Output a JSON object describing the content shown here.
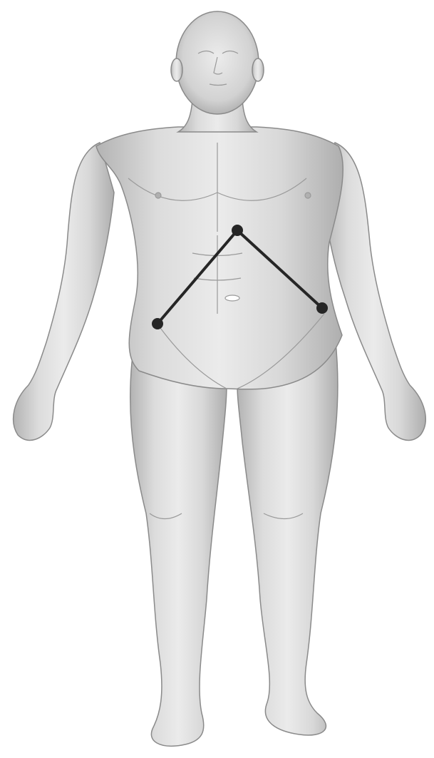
{
  "figure": {
    "subject": "male-body-anterior-view",
    "palette": {
      "background": "#ffffff",
      "skin_light": "#e2e2e2",
      "skin_mid": "#c9c9c9",
      "skin_dark": "#9a9a9a",
      "outline": "#8a8a8a",
      "marker": "#262626"
    },
    "landmarks": [
      {
        "id": "xiphoid-process",
        "connects_to": [
          "left-iliac-crest",
          "right-iliac-crest"
        ]
      },
      {
        "id": "right-iliac-crest",
        "connects_to": [
          "xiphoid-process"
        ]
      },
      {
        "id": "left-iliac-crest",
        "connects_to": [
          "xiphoid-process"
        ]
      }
    ]
  }
}
